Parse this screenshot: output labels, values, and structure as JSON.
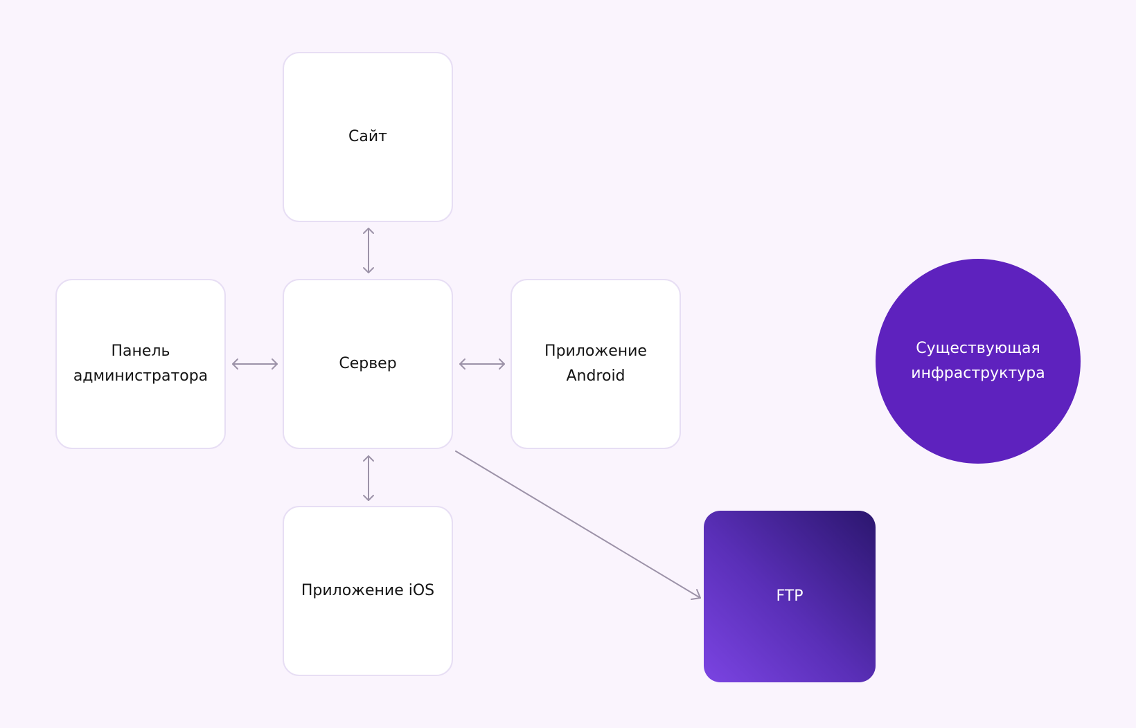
{
  "diagram": {
    "nodes": {
      "site": "Сайт",
      "admin_panel": "Панель\nадминистратора",
      "server": "Сервер",
      "android_app": "Приложение\nAndroid",
      "ios_app": "Приложение iOS",
      "ftp": "FTP",
      "existing_infrastructure": "Существующая\nинфраструктура"
    },
    "edges": [
      {
        "from": "site",
        "to": "server",
        "direction": "both"
      },
      {
        "from": "admin_panel",
        "to": "server",
        "direction": "both"
      },
      {
        "from": "server",
        "to": "android_app",
        "direction": "both"
      },
      {
        "from": "server",
        "to": "ios_app",
        "direction": "both"
      },
      {
        "from": "server",
        "to": "ftp",
        "direction": "forward"
      }
    ]
  },
  "colors": {
    "background": "#faf4fd",
    "box_fill": "#ffffff",
    "box_border": "#e7def4",
    "connector": "#9c92a8",
    "infrastructure_circle": "#5e22be",
    "ftp_gradient_light": "#7b44e2",
    "ftp_gradient_dark": "#2b166e"
  }
}
